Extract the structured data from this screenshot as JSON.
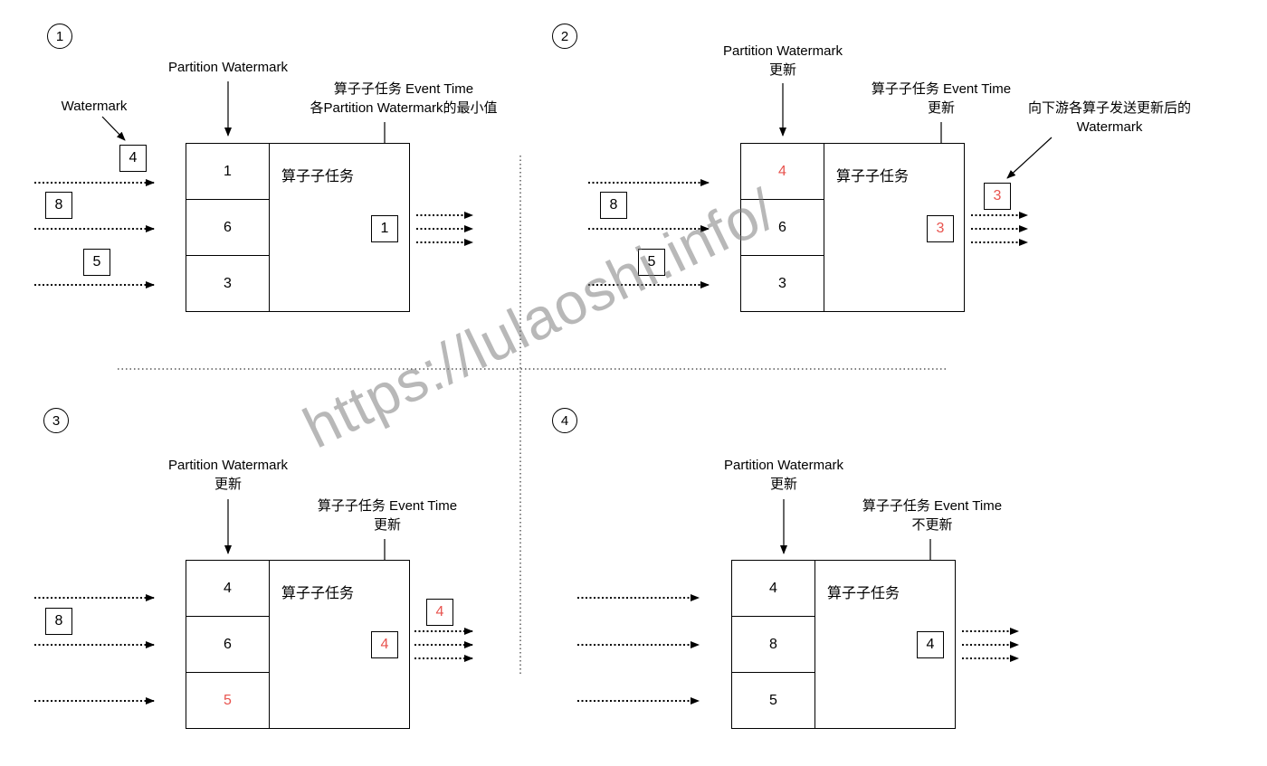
{
  "overlay": {
    "watermark_text": "https://lulaoshi.info/"
  },
  "colors": {
    "highlight_red": "#e8534e",
    "line_black": "#000000",
    "watermark_gray": "#7d7d7d"
  },
  "panels": [
    {
      "number": "1",
      "partition_label_line1": "Partition Watermark",
      "watermark_label": "Watermark",
      "event_label_line1": "算子子任务 Event Time",
      "event_label_line2": "各Partition Watermark的最小值",
      "operator_label": "算子子任务",
      "input_boxes": [
        "4",
        "8",
        "5"
      ],
      "cells": [
        "1",
        "6",
        "3"
      ],
      "event_time_value": "1",
      "highlights": {
        "cells": [],
        "event_time": false,
        "output": false
      }
    },
    {
      "number": "2",
      "partition_label_line1": "Partition Watermark",
      "partition_label_line2": "更新",
      "event_label_line1": "算子子任务 Event Time",
      "event_label_line2": "更新",
      "downstream_label_line1": "向下游各算子发送更新后的",
      "downstream_label_line2": "Watermark",
      "operator_label": "算子子任务",
      "input_boxes": [
        "8",
        "5"
      ],
      "cells": [
        "4",
        "6",
        "3"
      ],
      "event_time_value": "3",
      "output_value": "3",
      "highlights": {
        "cells": [
          0
        ],
        "event_time": true,
        "output": true
      }
    },
    {
      "number": "3",
      "partition_label_line1": "Partition Watermark",
      "partition_label_line2": "更新",
      "event_label_line1": "算子子任务 Event Time",
      "event_label_line2": "更新",
      "operator_label": "算子子任务",
      "input_boxes": [
        "8"
      ],
      "cells": [
        "4",
        "6",
        "5"
      ],
      "event_time_value": "4",
      "output_value": "4",
      "highlights": {
        "cells": [
          2
        ],
        "event_time": true,
        "output": true
      }
    },
    {
      "number": "4",
      "partition_label_line1": "Partition Watermark",
      "partition_label_line2": "更新",
      "event_label_line1": "算子子任务 Event Time",
      "event_label_line2": "不更新",
      "operator_label": "算子子任务",
      "input_boxes": [],
      "cells": [
        "4",
        "8",
        "5"
      ],
      "event_time_value": "4",
      "highlights": {
        "cells": [],
        "event_time": false,
        "output": false
      }
    }
  ]
}
